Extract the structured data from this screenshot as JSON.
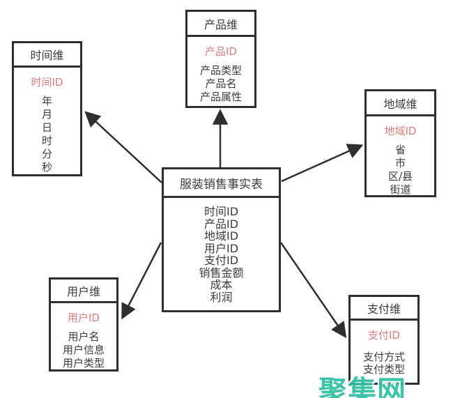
{
  "diagram": {
    "fact_table": {
      "title": "服装销售事实表",
      "fields": [
        "时间ID",
        "产品ID",
        "地域ID",
        "用户ID",
        "支付ID",
        "销售金额",
        "成本",
        "利润"
      ]
    },
    "dimensions": {
      "time": {
        "title": "时间维",
        "key": "时间ID",
        "attributes": [
          "年",
          "月",
          "日",
          "时",
          "分",
          "秒"
        ]
      },
      "product": {
        "title": "产品维",
        "key": "产品ID",
        "attributes": [
          "产品类型",
          "产品名",
          "产品属性"
        ]
      },
      "region": {
        "title": "地域维",
        "key": "地域ID",
        "attributes": [
          "省",
          "市",
          "区/县",
          "街道"
        ]
      },
      "user": {
        "title": "用户维",
        "key": "用户ID",
        "attributes": [
          "用户名",
          "用户信息",
          "用户类型"
        ]
      },
      "payment": {
        "title": "支付维",
        "key": "支付ID",
        "attributes": [
          "支付方式",
          "支付类型"
        ]
      }
    }
  },
  "watermark": {
    "text": "聚集网"
  },
  "colors": {
    "border": "#2e2e2e",
    "text": "#3c3c3c",
    "key_red": "#dd7e7e",
    "watermark_teal": "#2bbfa1"
  }
}
